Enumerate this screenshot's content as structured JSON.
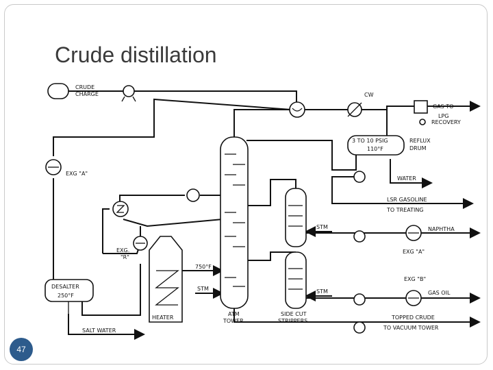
{
  "slide": {
    "title": "Crude distillation",
    "page_number": "47"
  },
  "labels": {
    "crude_charge_1": "CRUDE",
    "crude_charge_2": "CHARGE",
    "cw": "CW",
    "gas_to": "GAS TO",
    "lpg_recovery_1": "LPG",
    "lpg_recovery_2": "RECOVERY",
    "drum_pressure": "3 TO 10 PSIG",
    "drum_temp": "110°F",
    "reflux_1": "REFLUX",
    "reflux_2": "DRUM",
    "exg_a_left": "EXG \"A\"",
    "water": "WATER",
    "lsr_gasoline": "LSR GASOLINE",
    "to_treating": "TO TREATING",
    "stm_upper": "STM",
    "naphtha": "NAPHTHA",
    "exg_a_right": "EXG \"A\"",
    "exg_r_1": "EXG.",
    "exg_r_2": "\"R\"",
    "temp_750": "750°F",
    "stm_mid": "STM",
    "stm_lower": "STM",
    "exg_b": "EXG \"B\"",
    "gas_oil": "GAS OIL",
    "desalter_1": "DESALTER",
    "desalter_2": "250°F",
    "heater": "HEATER",
    "atm_1": "ATM",
    "atm_2": "TOWER",
    "side_cut_1": "SIDE CUT",
    "side_cut_2": "STRIPPERS",
    "topped_crude": "TOPPED CRUDE",
    "to_vacuum": "TO VACUUM TOWER",
    "salt_water": "SALT WATER"
  }
}
